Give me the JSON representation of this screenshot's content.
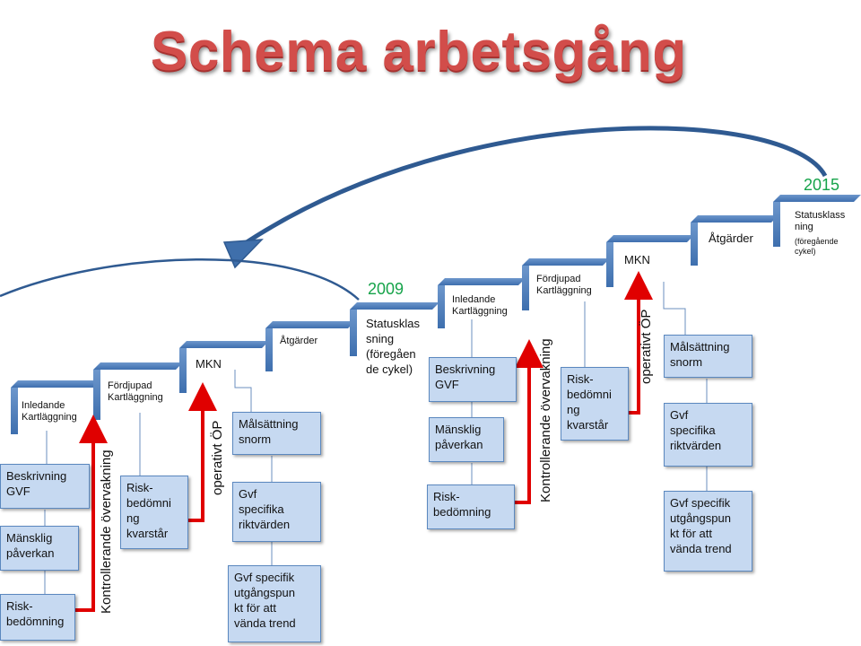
{
  "title": "Schema arbetsgång",
  "colors": {
    "stair": "#4f81bd",
    "box_fill": "#c6d9f1",
    "box_border": "#5b88bf",
    "red_arrow": "#e00000",
    "year": "#16a34a",
    "title": "#d24d4a"
  },
  "cycle1": {
    "year": "2009",
    "steps": {
      "inledande": "Inledande\nKartläggning",
      "fordjupad": "Fördjupad\nKartläggning",
      "mkn": "MKN",
      "atgarder": "Åtgärder",
      "status": "Statusklas\nsning\n(föregåen\nde cykel)"
    },
    "boxes": {
      "beskrivning": "Beskrivning\nGVF",
      "manskling": "Mänsklig\npåverkan",
      "risk": "Risk-\nbedömning",
      "risk_kvarstar": "Risk-\nbedömni\nng\nkvarstår",
      "malsattning": "Målsättning\nsnorm",
      "gvf_riktvarden": "Gvf\nspecifika\nriktvärden",
      "gvf_utgang": "Gvf specifik\nutgångspun\nkt för att\nvända trend"
    },
    "labels": {
      "kontroll": "Kontrollerande övervakning",
      "operativt": "operativt ÖP"
    }
  },
  "cycle2": {
    "year": "2015",
    "steps": {
      "inledande": "Inledande\nKartläggning",
      "fordjupad": "Fördjupad\nKartläggning",
      "mkn": "MKN",
      "atgarder": "Åtgärder",
      "status_main": "Statusklass\nning",
      "status_sub": "(föregående\ncykel)"
    },
    "boxes": {
      "beskrivning": "Beskrivning\nGVF",
      "manskling": "Mänsklig\npåverkan",
      "risk": "Risk-\nbedömning",
      "risk_kvarstar": "Risk-\nbedömni\nng\nkvarstår",
      "malsattning": "Målsättning\nsnorm",
      "gvf_riktvarden": "Gvf\nspecifika\nriktvärden",
      "gvf_utgang": "Gvf specifik\nutgångspun\nkt för att\nvända trend"
    },
    "labels": {
      "kontroll": "Kontrollerande övervakning",
      "operativt": "operativt ÖP"
    }
  }
}
